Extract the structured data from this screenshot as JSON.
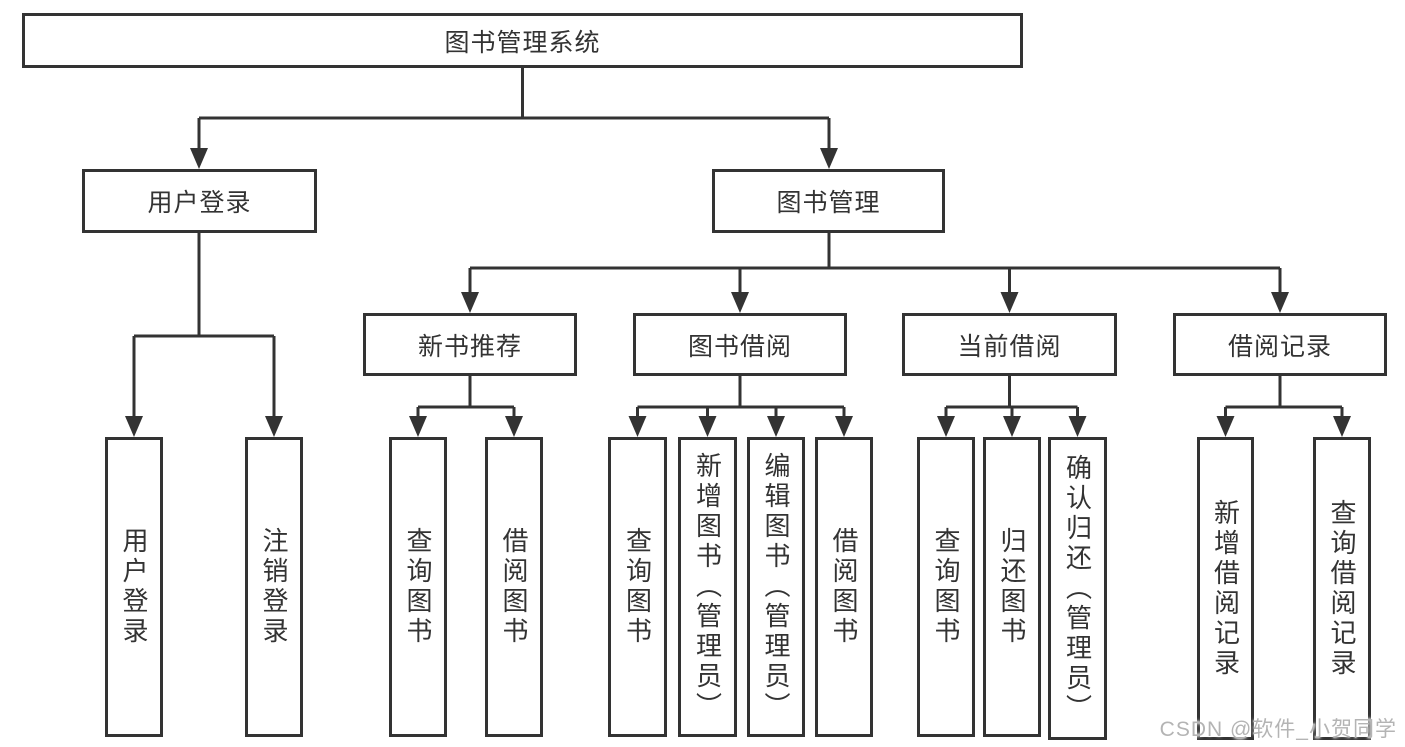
{
  "diagram": {
    "title": "图书管理系统",
    "colors": {
      "line": "#333333",
      "text": "#333333",
      "background": "#ffffff",
      "watermark": "#b4b4b4"
    },
    "nodes": {
      "root": "图书管理系统",
      "user_login": "用户登录",
      "book_mgmt": "图书管理",
      "new_book_rec": "新书推荐",
      "book_borrow": "图书借阅",
      "current_borrow": "当前借阅",
      "borrow_records": "借阅记录",
      "leaf_user_login": "用户登录",
      "leaf_logout": "注销登录",
      "leaf_nbr_query": "查询图书",
      "leaf_nbr_borrow": "借阅图书",
      "leaf_bb_query": "查询图书",
      "leaf_bb_add": "新增图书（管理员）",
      "leaf_bb_edit": "编辑图书（管理员）",
      "leaf_bb_borrow": "借阅图书",
      "leaf_cb_query": "查询图书",
      "leaf_cb_return": "归还图书",
      "leaf_cb_confirm": "确认归还（管理员）",
      "leaf_br_add": "新增借阅记录",
      "leaf_br_query": "查询借阅记录"
    },
    "watermark": "CSDN @软件_小贺同学"
  }
}
